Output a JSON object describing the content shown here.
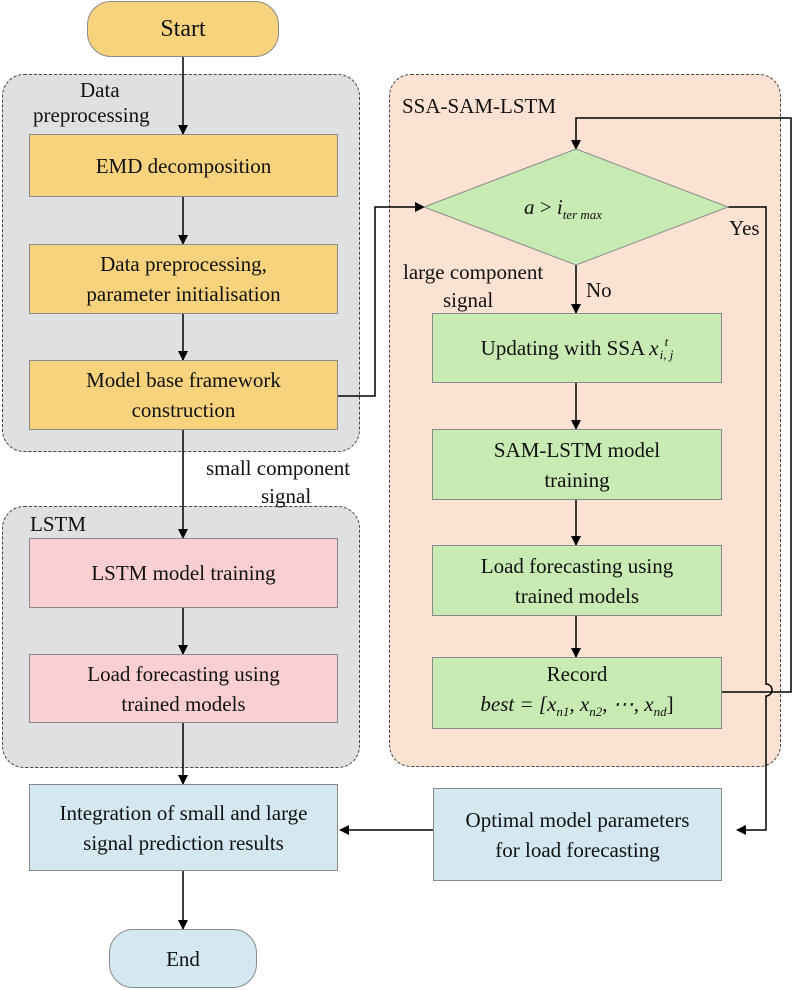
{
  "colors": {
    "yellow": "#f8d37e",
    "pink": "#f9cfd2",
    "green": "#c8eab3",
    "blue": "#d3e8f0",
    "gray_group": "#e0e0e0",
    "peach_group": "#fbe2d3"
  },
  "nodes": {
    "start": "Start",
    "emd": "EMD decomposition",
    "preproc_line1": "Data preprocessing,",
    "preproc_line2": "parameter initialisation",
    "framework_line1": "Model base framework",
    "framework_line2": "construction",
    "lstm_train": "LSTM model training",
    "lstm_forecast_line1": "Load forecasting using",
    "lstm_forecast_line2": "trained models",
    "integration_line1": "Integration of small and large",
    "integration_line2": "signal prediction results",
    "end": "End",
    "condition_a": "a",
    "condition_op": " > ",
    "condition_i": "i",
    "condition_sub": "ter max",
    "update_text": "Updating with SSA ",
    "update_x": "x",
    "update_sup": "t",
    "update_sub": "i, j",
    "samlstm_line1": "SAM-LSTM model",
    "samlstm_line2": "training",
    "ssa_forecast_line1": "Load forecasting using",
    "ssa_forecast_line2": "trained models",
    "record_line1": "Record",
    "record_line2": "best = [x",
    "record_sub1": "n1",
    "record_mid1": ", x",
    "record_sub2": "n2",
    "record_mid2": ", ⋯, x",
    "record_sub3": "nd",
    "record_end": "]",
    "optimal_line1": "Optimal model parameters",
    "optimal_line2": "for load forecasting"
  },
  "groups": {
    "data_pre_line1": "Data",
    "data_pre_line2": "preprocessing",
    "lstm": "LSTM",
    "ssa": "SSA-SAM-LSTM"
  },
  "edge_labels": {
    "small_line1": "small component",
    "small_line2": "signal",
    "large_line1": "large component",
    "large_line2": "signal",
    "no": "No",
    "yes": "Yes"
  }
}
